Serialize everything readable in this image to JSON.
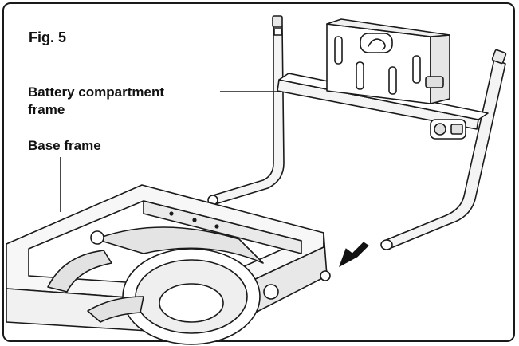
{
  "figure": {
    "label": "Fig. 5"
  },
  "callouts": {
    "battery_line1": "Battery compartment",
    "battery_line2": "frame",
    "base": "Base frame"
  },
  "colors": {
    "ink": "#1a1a1a",
    "frame_fill": "#f4f4f4",
    "shadow": "#d9d9d9",
    "arrow": "#111111"
  },
  "icons": {
    "direction": "arrow-left-down-icon"
  }
}
